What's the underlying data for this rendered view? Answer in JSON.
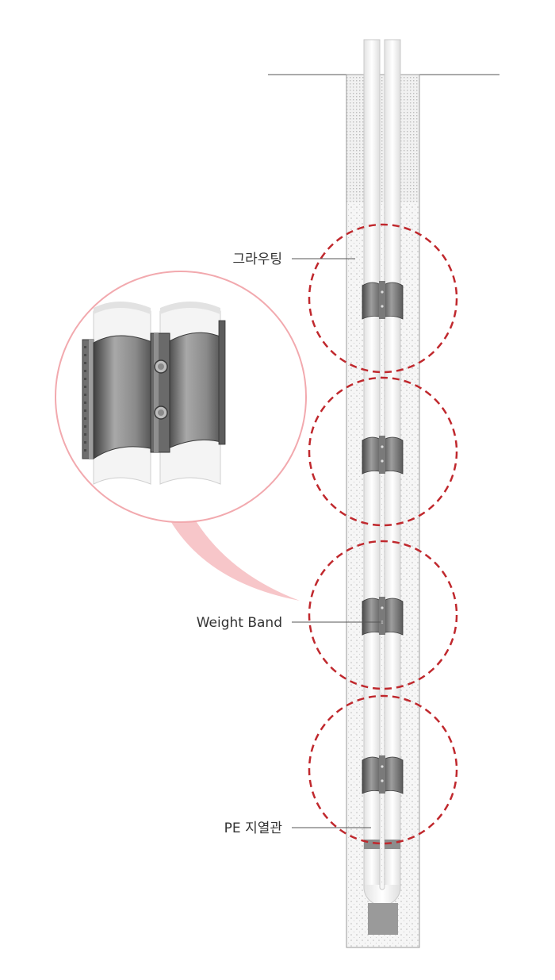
{
  "labels": {
    "grouting": "그라우팅",
    "weight_band": "Weight Band",
    "pe_pipe": "PE 지열관"
  },
  "colors": {
    "dashed_circle": "#c0282d",
    "magnifier_outline": "#f2a9ae",
    "magnifier_pointer": "#f6bcc0",
    "grout_fill": "#f6f6f6",
    "grout_dots": "#bdbdbd",
    "pipe_fill": "#ffffff",
    "pipe_outline": "#c9c9c9",
    "band_dark": "#555555",
    "band_light": "#a3a3a3",
    "weight_block": "#9a9a9a",
    "ground_line": "#555555",
    "leader_line": "#555555",
    "label_text": "#333333"
  },
  "icons": {
    "bolt": "bolt-icon"
  }
}
